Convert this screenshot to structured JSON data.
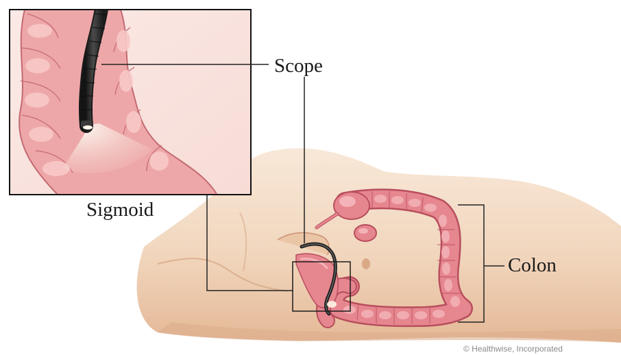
{
  "labels": {
    "scope": "Scope",
    "sigmoid": "Sigmoid",
    "colon": "Colon"
  },
  "copyright": "© Healthwise, Incorporated",
  "colors": {
    "skin_light": "#f6e2cf",
    "skin_mid": "#e9c3a3",
    "skin_shadow": "#d9a987",
    "colon_fill": "#e6868f",
    "colon_highlight": "#f3b3b8",
    "colon_outline": "#b84e5d",
    "scope_body": "#2b2b2b",
    "leader_line": "#222222"
  }
}
